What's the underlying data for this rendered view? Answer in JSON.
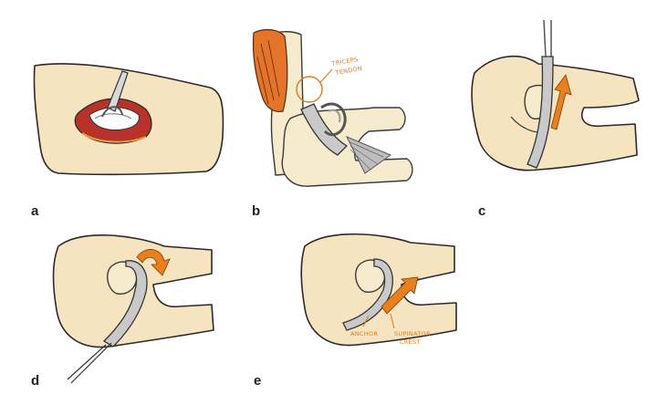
{
  "panels": [
    {
      "letter": "a"
    },
    {
      "letter": "b",
      "annotation_line1": "TRICEPS",
      "annotation_line2": "TENDON"
    },
    {
      "letter": "c"
    },
    {
      "letter": "d"
    },
    {
      "letter": "e",
      "annotation_left": "ANCHOR",
      "annotation_right_line1": "SUPINATOR",
      "annotation_right_line2": "CREST"
    }
  ],
  "colors": {
    "accent": "#e8801f",
    "skin": "#f6e4c0",
    "graft": "#c9c9c9",
    "muscle": "#e4742a"
  }
}
